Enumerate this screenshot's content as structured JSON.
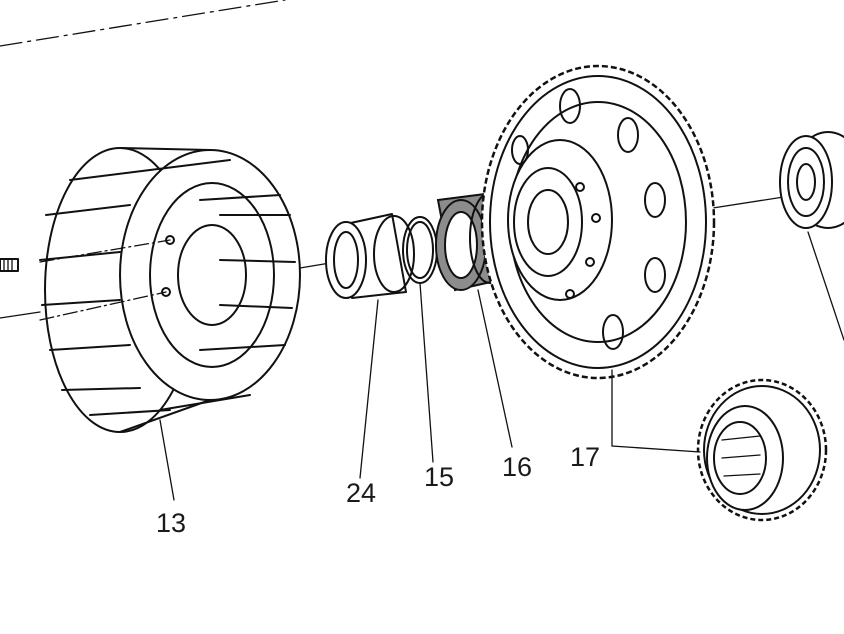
{
  "callouts": {
    "c13": "13",
    "c24": "24",
    "c15": "15",
    "c16": "16",
    "c17": "17"
  },
  "colors": {
    "line": "#111111",
    "seal_ring_fill": "#8c8c8c",
    "background": "#ffffff"
  }
}
